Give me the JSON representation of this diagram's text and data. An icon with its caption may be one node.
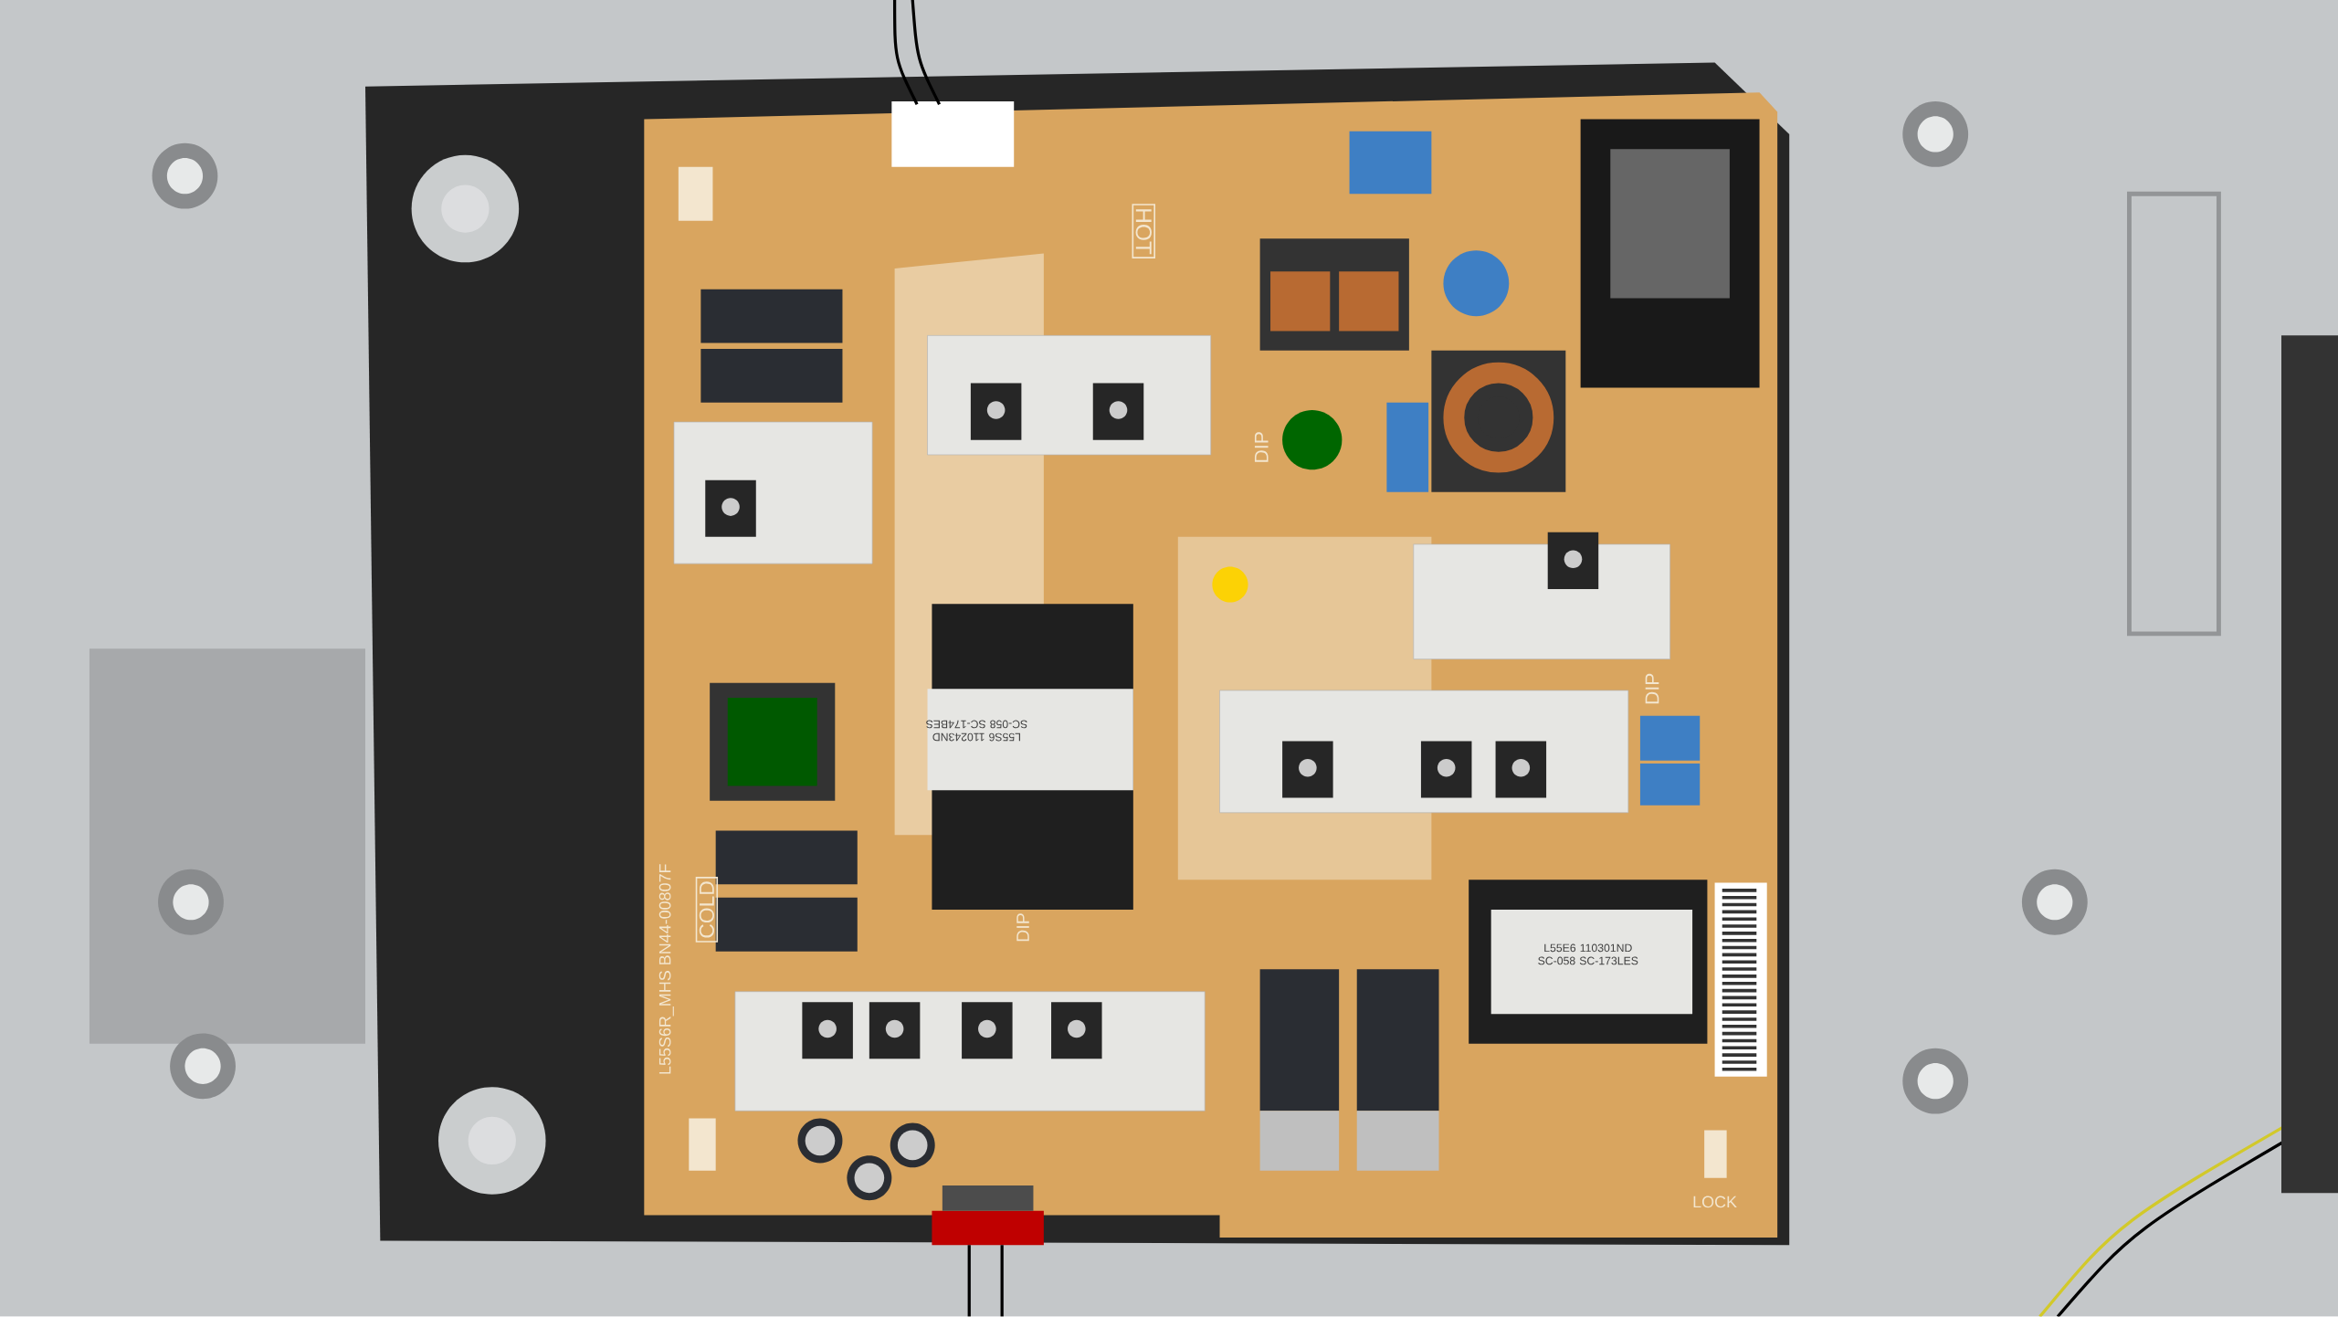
{
  "diagram": {
    "labels": [
      "HOT",
      "DIP",
      "DIP",
      "L55S6 110243ND SC-058 SC-174BES",
      "COLD",
      "L55S6R_MHS BN44-00807F",
      "DIP",
      "L55E6 110301ND SC-058 SC-173LES",
      "LOCK"
    ]
  }
}
